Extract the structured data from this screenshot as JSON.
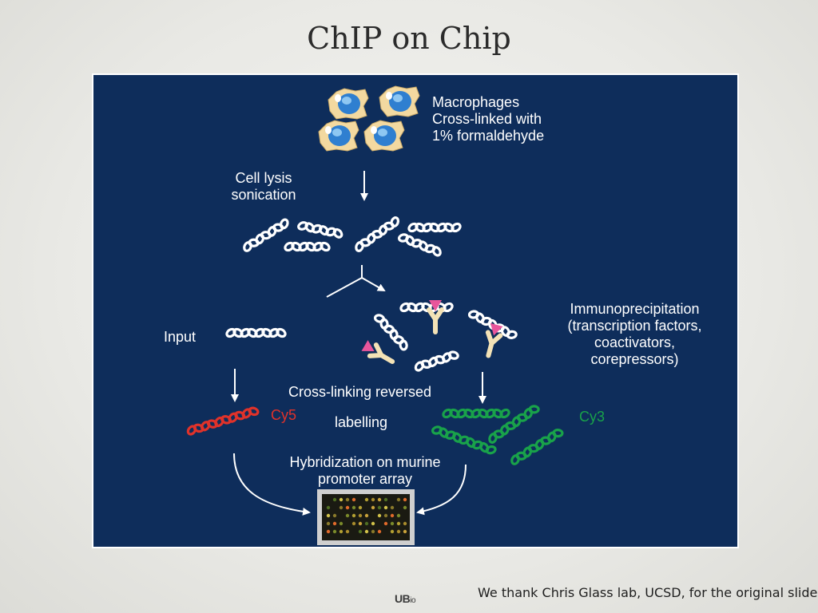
{
  "slide": {
    "title": "ChIP on Chip",
    "credit": "We thank Chris Glass lab, UCSD, for the original slide",
    "logo_main": "UB",
    "logo_sub": "io"
  },
  "diagram": {
    "cells_label_line1": "Macrophages",
    "cells_label_line2": "Cross-linked with",
    "cells_label_line3": "1% formaldehyde",
    "lysis_label_line1": "Cell lysis",
    "lysis_label_line2": "sonication",
    "input_label": "Input",
    "ip_label_line1": "Immunoprecipitation",
    "ip_label_line2": "(transcription factors,",
    "ip_label_line3": "coactivators,",
    "ip_label_line4": "corepressors)",
    "reverse_label": "Cross-linking reversed",
    "labelling_label": "labelling",
    "cy5_label": "Cy5",
    "cy3_label": "Cy3",
    "hybrid_label_line1": "Hybridization on murine",
    "hybrid_label_line2": "promoter array"
  },
  "colors": {
    "panel_bg": "#0e2d5b",
    "cy5": "#e0322a",
    "cy3": "#19a24a",
    "antibody": "#f3e2b6",
    "protein": "#e8559b",
    "cell_body": "#f3d9a0",
    "nucleus": "#2f7fd0"
  },
  "icons": [
    "macrophage-cell-icon",
    "dna-strand-icon",
    "antibody-icon",
    "array-chip-icon"
  ]
}
